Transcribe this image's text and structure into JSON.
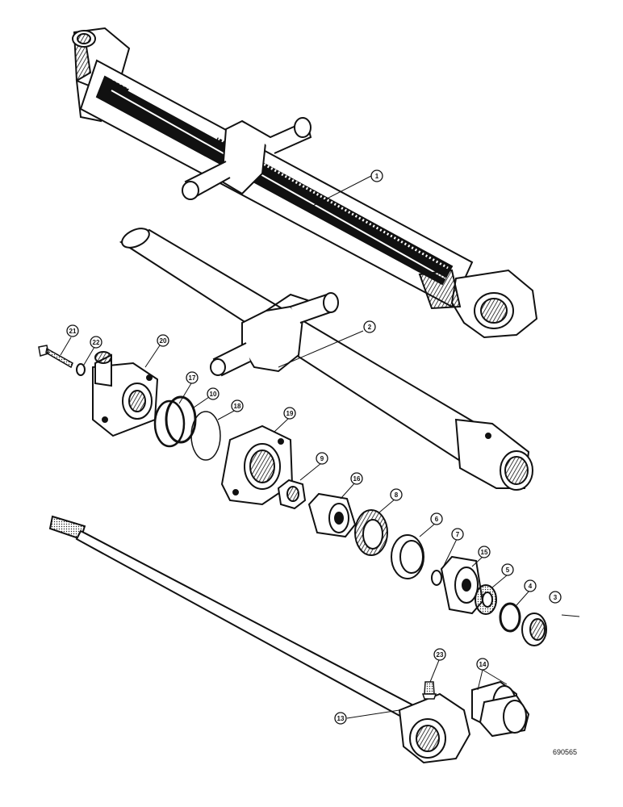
{
  "diagram": {
    "figure_code": "690565",
    "callouts": [
      {
        "id": "c1",
        "label": "1"
      },
      {
        "id": "c2",
        "label": "2"
      },
      {
        "id": "c21",
        "label": "21"
      },
      {
        "id": "c22",
        "label": "22"
      },
      {
        "id": "c20",
        "label": "20"
      },
      {
        "id": "c17",
        "label": "17"
      },
      {
        "id": "c10",
        "label": "10"
      },
      {
        "id": "c18",
        "label": "18"
      },
      {
        "id": "c19",
        "label": "19"
      },
      {
        "id": "c9",
        "label": "9"
      },
      {
        "id": "c16",
        "label": "16"
      },
      {
        "id": "c8",
        "label": "8"
      },
      {
        "id": "c6",
        "label": "6"
      },
      {
        "id": "c7",
        "label": "7"
      },
      {
        "id": "c15",
        "label": "15"
      },
      {
        "id": "c5",
        "label": "5"
      },
      {
        "id": "c4",
        "label": "4"
      },
      {
        "id": "c3",
        "label": "3"
      },
      {
        "id": "c23",
        "label": "23"
      },
      {
        "id": "c14",
        "label": "14"
      },
      {
        "id": "c13",
        "label": "13"
      }
    ],
    "colors": {
      "ink": "#111111",
      "paper": "#ffffff",
      "shade": "#3a3a3a"
    }
  }
}
